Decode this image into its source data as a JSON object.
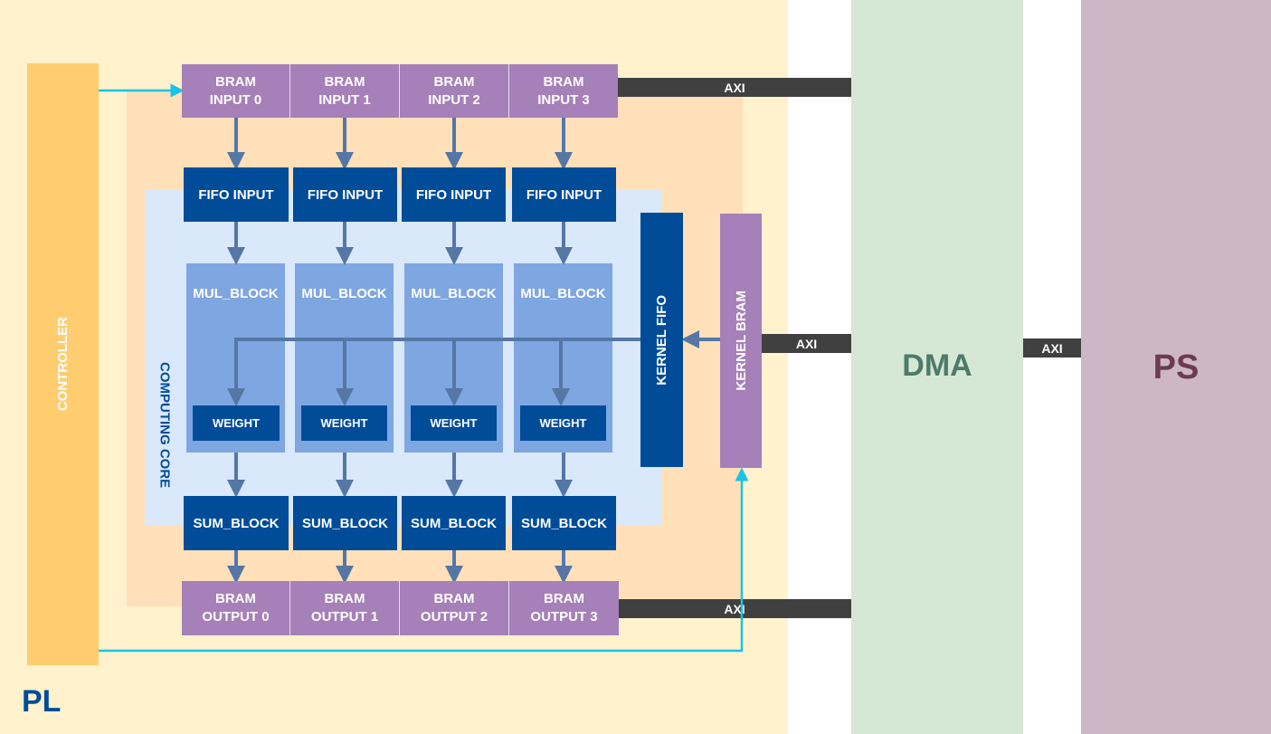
{
  "colors": {
    "pl_bg": "#fff2cc",
    "accel_bg": "#ffe0b8",
    "core_bg": "#dae8fc",
    "controller": "#ffcd70",
    "bram": "#a680b8",
    "fifo": "#004c99",
    "mul_block": "#7ea6e0",
    "dma": "#d5e8d4",
    "ps": "#cdb7c6",
    "axi": "#404040",
    "control_wire": "#19c3e6",
    "data_wire": "#5577a6"
  },
  "regions": {
    "pl_label": "PL",
    "dma_label": "DMA",
    "ps_label": "PS",
    "controller_label": "CONTROLLER",
    "computing_core_label": "COMPUTING CORE"
  },
  "lanes": [
    {
      "bram_input": "BRAM\nINPUT 0",
      "fifo": "FIFO INPUT",
      "mul": "MUL_BLOCK",
      "weight": "WEIGHT",
      "sum": "SUM_BLOCK",
      "bram_output": "BRAM\nOUTPUT 0"
    },
    {
      "bram_input": "BRAM\nINPUT 1",
      "fifo": "FIFO INPUT",
      "mul": "MUL_BLOCK",
      "weight": "WEIGHT",
      "sum": "SUM_BLOCK",
      "bram_output": "BRAM\nOUTPUT 1"
    },
    {
      "bram_input": "BRAM\nINPUT 2",
      "fifo": "FIFO INPUT",
      "mul": "MUL_BLOCK",
      "weight": "WEIGHT",
      "sum": "SUM_BLOCK",
      "bram_output": "BRAM\nOUTPUT 2"
    },
    {
      "bram_input": "BRAM\nINPUT 3",
      "fifo": "FIFO INPUT",
      "mul": "MUL_BLOCK",
      "weight": "WEIGHT",
      "sum": "SUM_BLOCK",
      "bram_output": "BRAM\nOUTPUT 3"
    }
  ],
  "kernel": {
    "fifo_label": "KERNEL FIFO",
    "bram_label": "KERNEL BRAM"
  },
  "axi": {
    "input_bus": "AXI",
    "kernel_bus": "AXI",
    "output_bus": "AXI",
    "dma_ps_bus": "AXI"
  }
}
